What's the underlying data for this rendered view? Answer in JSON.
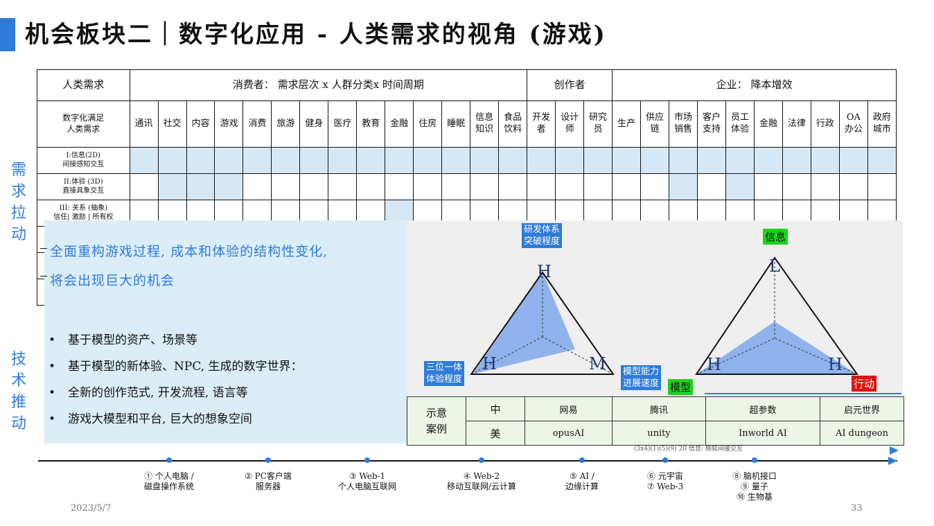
{
  "title": "机会板块二｜数字化应用 - 人类需求的视角 (游戏)",
  "table": {
    "header_row": {
      "need": "人类需求",
      "consumer": "消费者： 需求层次 x 人群分类x 时间周期",
      "creator": "创作者",
      "enterprise": "企业： 降本增效"
    },
    "sub_header_label": "数字化满足\n人类需求",
    "columns": [
      "通讯",
      "社交",
      "内容",
      "游戏",
      "消费",
      "旅游",
      "健身",
      "医疗",
      "教育",
      "金融",
      "住房",
      "睡眠",
      "信息\n知识",
      "食品\n饮料",
      "开发\n者",
      "设计\n师",
      "研究\n员",
      "生产",
      "供应\n链",
      "市场\n销售",
      "客户\n支持",
      "员工\n体验",
      "金融",
      "法律",
      "行政",
      "OA\n办公",
      "政府\n城市"
    ],
    "rows": [
      {
        "label": "I:信息(2D)\n间接感知交互",
        "filled": [
          0,
          1,
          2,
          3,
          4,
          5,
          6,
          7,
          8,
          9,
          10,
          11,
          12,
          13,
          14,
          15,
          16,
          17,
          18,
          19,
          20,
          21,
          22,
          23,
          24,
          25,
          26
        ]
      },
      {
        "label": "II:体验 (3D)\n直接具象交互",
        "filled": [
          1,
          2,
          3,
          19,
          21
        ]
      },
      {
        "label": "III: 关系 (抽象)\n信任| 激励 | 所有权",
        "filled": [
          9
        ]
      }
    ]
  },
  "side_labels": {
    "top": "需求拉动",
    "bottom": "技术推动"
  },
  "overlay": {
    "headline_1": "全面重构游戏过程, 成本和体验的结构性变化,",
    "headline_2": "将会出现巨大的机会",
    "bullets": [
      "基于模型的资产、场景等",
      "基于模型的新体验、NPC, 生成的数字世界：",
      "全新的创作范式, 开发流程, 语言等",
      "游戏大模型和平台, 巨大的想象空间"
    ]
  },
  "diagram": {
    "left": {
      "top_label": "研发体系\n突破程度",
      "bottom_left_label": "三位一体\n体验程度",
      "bottom_right_label": "模型能力\n进展速度",
      "vertex_top": "H",
      "vertex_left": "H",
      "vertex_right": "M"
    },
    "right": {
      "top_label": "信息",
      "left_label": "模型",
      "right_label": "行动",
      "vertex_top": "L",
      "vertex_left": "H",
      "vertex_right": "H"
    },
    "stray_text": "(3x4)(1)(5)(9) 20 信息: 感知间接交互"
  },
  "cases": {
    "label": "示意\n案例",
    "row_cn": "中",
    "row_us": "美",
    "cn": [
      "网易",
      "腾讯",
      "超参数",
      "启元世界"
    ],
    "us": [
      "opusAI",
      "unity",
      "Inworld AI",
      "AI dungeon"
    ]
  },
  "timeline": [
    {
      "text": "① 个人电脑 /\n磁盘操作系统"
    },
    {
      "text": "② PC客户端\n服务器"
    },
    {
      "text": "③ Web-1\n个人电脑互联网"
    },
    {
      "text": "④ Web-2\n移动互联网/云计算"
    },
    {
      "text": "⑤ AI /\n边缘计算"
    },
    {
      "text": "⑥ 元宇宙\n⑦ Web-3"
    },
    {
      "text": "⑧ 脑机接口\n⑨ 量子\n⑩ 生物基"
    }
  ],
  "footer": {
    "date": "2023/5/7",
    "page": "33"
  },
  "colors": {
    "accent": "#2f7bd8",
    "cell_fill": "#d6e8f5",
    "overlay_bg": "#dbeef8",
    "green": "#1bd41b",
    "red": "#e01010"
  }
}
